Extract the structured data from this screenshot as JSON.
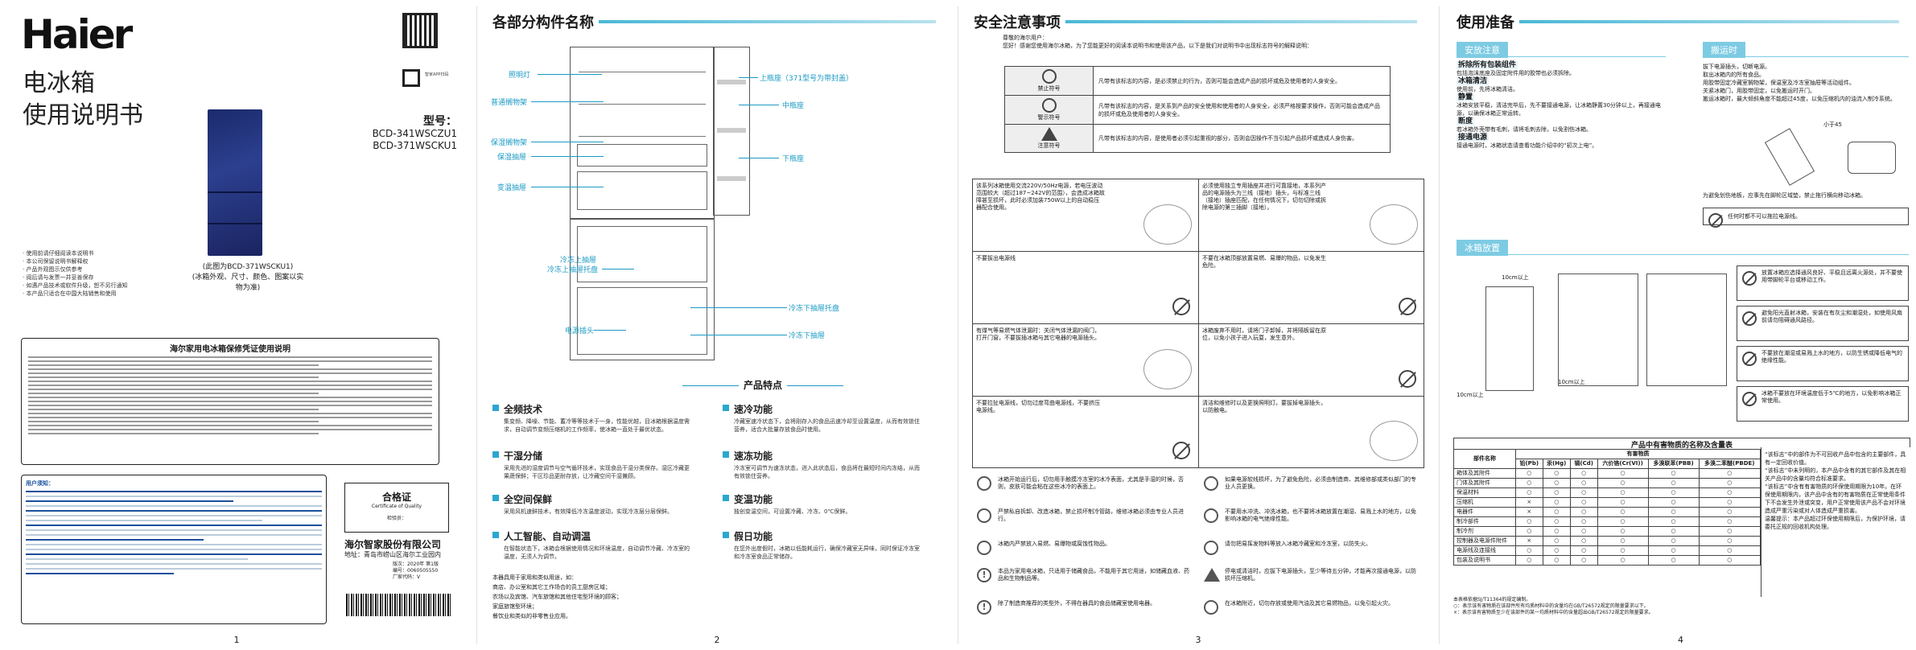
{
  "cover": {
    "brand": "Haier",
    "title_line1": "电冰箱",
    "title_line2": "使用说明书",
    "qr_caption": "智家APP扫码",
    "model_label": "型号：",
    "model_1": "BCD-341WSCZU1",
    "model_2": "BCD-371WSCKU1",
    "image_caption": "(此图为BCD-371WSCKU1)",
    "image_caption2": "(冰箱外观、尺寸、颜色、图案以实物为准)",
    "notes": [
      "· 使用前请仔细阅读本说明书",
      "· 本公司保留说明书解释权",
      "· 产品外观图示仅供参考",
      "· 阅后请与发票一并妥善保存",
      "· 如遇产品技术或软件升级，恕不另行通知",
      "· 本产品只适合在中国大陆销售和使用"
    ],
    "warranty_title": "海尔家用电冰箱保修凭证使用说明",
    "reg_title": "用户须知：",
    "cert_title": "合格证",
    "cert_sub": "Certificate of Quality",
    "cert_check": "检验员：",
    "company": "海尔智家股份有限公司",
    "address": "地址：青岛市崂山区海尔工业园内",
    "print_info1": "版次：2020年 第1版",
    "print_info2": "编号：0060505550",
    "print_info3": "厂家代码：V",
    "page": "1"
  },
  "parts": {
    "title": "各部分构件名称",
    "labels_left": [
      "照明灯",
      "普通搁物架",
      "保湿搁物架",
      "保湿抽屉",
      "变温抽屉",
      "冷冻上抽屉托盘",
      "冷冻上抽屉",
      "电源插头"
    ],
    "labels_right": [
      "上瓶座（371型号为带封盖）",
      "中瓶座",
      "下瓶座",
      "冷冻下抽屉托盘",
      "冷冻下抽屉"
    ],
    "feature_title": "产品特点",
    "features": [
      {
        "title": "全频技术",
        "desc": "集变频、降噪、节能、蓄冷等等技术于一身，性能优越，目冰箱根据温度需求，自动调节变频压缩机的工作频率，使冰箱一直处于最优状态。"
      },
      {
        "title": "速冷功能",
        "desc": "冷藏室速冷状态下，会将刚存入的食品迅速冷却至设置温度，从而有效锁住营养，适合大批量存放食品时使用。"
      },
      {
        "title": "干湿分储",
        "desc": "采用先进的湿度调节与空气循环技术，实现食品干湿分类保存。湿区冷藏更果蔬保鲜；干区珍品更耐存放，让冷藏空间干湿兼顾。"
      },
      {
        "title": "速冻功能",
        "desc": "冷冻室可调节为速冻状态，进入此状态后，食品将在最短时间内冻结，从而有效锁住营养。"
      },
      {
        "title": "全空间保鲜",
        "desc": "采用风机速鲜技术，有效降低冷冻温度波动，实现冷冻层分层保鲜。"
      },
      {
        "title": "变温功能",
        "desc": "独创变温空间，可设置冷藏、冷冻、0℃保鲜。"
      },
      {
        "title": "人工智能、自动调温",
        "desc": "在智能状态下，冰箱会根据使用情况和环境温度，自动调节冷藏、冷冻室的温度，无须人为调节。"
      },
      {
        "title": "假日功能",
        "desc": "在您外出度假时，冰箱以低能耗运行，确保冷藏室无异味，同时保证冷冻室和冷冻室食品正常储存。"
      }
    ],
    "usage_title": "本器具用于家用和类似用途，如：",
    "usage_items": [
      "商店、办公室和其它工作场合的员工厨房区域；",
      "农场以及宾馆、汽车旅馆和其他住宅型环境的顾客；",
      "家庭旅馆型环境；",
      "餐饮业和类似的非零售业应用。"
    ],
    "page": "2"
  },
  "safety": {
    "title": "安全注意事项",
    "greeting": "尊敬的海尔用户：",
    "intro": "您好！感谢您使用海尔冰箱，为了您能更好的阅读本说明书和使用该产品，以下是我们对说明书中出现标志符号的解释说明：",
    "signs": [
      {
        "label": "禁止符号",
        "desc": "凡带有该标志的内容，是必须禁止的行为，否则可能会造成产品的损坏或危及使用者的人身安全。"
      },
      {
        "label": "警示符号",
        "desc": "凡带有该标志的内容，是关系到产品的安全使用和使用者的人身安全，必须严格按要求操作，否则可能会造成产品的损坏或危及使用者的人身安全。"
      },
      {
        "label": "注意符号",
        "desc": "凡带有该标志的内容，是使用者必须引起重视的部分，否则会因操作不当引起产品损坏或造成人身伤害。"
      }
    ],
    "cells": [
      "该系列冰箱使用交流220V/50Hz电源，若电压波动范围较大（超过187~242V的范围），会造成冰箱故障甚至损坏，此时必须加装750W以上的自动稳压器配合使用。",
      "必须使用独立专用插座并进行可靠接地，本系列产品的电源插头为三线（接地）插头，与标准三线（接地）插座匹配，在任何情况下，切勿切除或拆除电源的第三插脚（接地）。",
      "不要拔出电源线",
      "不要在冰箱顶部放置易燃、易爆的物品，以免发生危险。",
      "有煤气等易燃气体泄漏时：关闭气体泄漏的阀门，打开门窗，不要拔插冰箱与其它电器的电源插头。",
      "冰箱废弃不用时，请将门子卸掉，并将隔板留在原位，以免小孩子进入玩耍，发生意外。",
      "不要拉扯电源线，切勿过度弯曲电源线，不要挤压电源线。",
      "清洁和维修时以及更换照明灯，要拔掉电源插头，以防触电。"
    ],
    "rules": [
      "冰箱开始运行后，切勿用手触摸冷冻室的冰冷表面，尤其是手湿的时候，否则，皮肤可能会粘在这些冰冷的表面上。",
      "如果电源软线损坏，为了避免危险，必须由制造商、其维修部或类似部门的专业人员更换。",
      "严禁私自拆卸、改造冰箱，禁止损坏制冷管路，维修冰箱必须由专业人员进行。",
      "不要用水冲洗、冲洗冰箱，也不要将冰箱放置在潮湿、易溅上水的地方，以免影响冰箱的电气绝缘性能。",
      "冰箱内严禁放入易燃、易爆物或腐蚀性物品。",
      "请勿把易挥发物料等放入冰箱冷藏室和冷冻室，以防失火。",
      "本品为家用电冰箱，只适用于储藏食品，不能用于其它用途，如储藏血液、药品和生物制品等。",
      "停电或清洁时，应拔下电源插头，至少等待五分钟，才能再次接通电源，以防损坏压缩机。",
      "除了制造商推荐的类型外，不得在器具的食品储藏室使用电器。",
      "在冰箱附近，切勿存放或使用汽油及其它易燃物品，以免引起火灾。"
    ],
    "page": "3"
  },
  "prep": {
    "title": "使用准备",
    "tab1": "安放注意",
    "tab2": "搬运时",
    "tab3": "冰箱放置",
    "items": [
      {
        "head": "拆除所有包装组件",
        "desc": "包括泡沫底座及固定附件用的胶带也必须拆除。"
      },
      {
        "head": "冰箱清洁",
        "desc": "使用前，先将冰箱清洁。"
      },
      {
        "head": "静置",
        "desc": "冰箱安放平稳，清洁完毕后，先不要接通电源，让冰箱静置30分钟以上，再接通电源，以确保冰箱正常运转。"
      },
      {
        "head": "断度",
        "desc": "若冰箱外壳带有毛刺，请将毛刺去除，以免割伤冰箱。"
      },
      {
        "head": "接通电源",
        "desc": "接通电源时，冰箱状态请查看功能介绍中的“初次上电”。"
      }
    ],
    "move_notes": [
      "拔下电源插头，切断电源。",
      "取出冰箱内的所有食品。",
      "用胶带固定冷藏室搁物架，保温室及冷冻室抽屉等活动组件。",
      "关紧冰箱门，用胶带固定，以免搬运时开门。",
      "搬运冰箱时，最大倾斜角度不能超过45度，以免压缩机内的油流入制冷系统。"
    ],
    "angle_label": "小于45",
    "after_move": "为避免划伤地板，应事先在脚轮区域垫，禁止拖行横向移动冰箱。",
    "warning": "任何时都不可以拖拉电源线。",
    "dims": [
      "10cm以上",
      "10cm以上",
      "10cm以上"
    ],
    "place_notes": [
      "放置冰箱应选择通风良好、平稳且远离火源处，并不要使用带脚轮平台或移动工作。",
      "避免阳光直射冰箱，安装在有灰尘和潮湿处，如使用风扇前请勿阻碍通风路径。",
      "不要放在潮湿或易溅上水的地方，以防生锈或降低电气的绝缘性能。",
      "冰箱不要放在环境温度低于5℃的地方，以免影响冰箱正常使用。"
    ],
    "hz_title": "产品中有害物质的名称及含量表",
    "hz_headers": [
      "部件名称",
      "铅(Pb)",
      "汞(Hg)",
      "镉(Cd)",
      "六价铬(Cr(VI))",
      "多溴联苯(PBB)",
      "多溴二苯醚(PBDE)"
    ],
    "hz_group": "有害物质",
    "hz_rows": [
      [
        "箱体及其附件",
        "○",
        "○",
        "○",
        "○",
        "○",
        "○"
      ],
      [
        "门体及其附件",
        "○",
        "○",
        "○",
        "○",
        "○",
        "○"
      ],
      [
        "保温材料",
        "○",
        "○",
        "○",
        "○",
        "○",
        "○"
      ],
      [
        "压缩机",
        "×",
        "○",
        "○",
        "○",
        "○",
        "○"
      ],
      [
        "电器件",
        "×",
        "○",
        "○",
        "○",
        "○",
        "○"
      ],
      [
        "制冷部件",
        "○",
        "○",
        "○",
        "○",
        "○",
        "○"
      ],
      [
        "制冷剂",
        "○",
        "○",
        "○",
        "○",
        "○",
        "○"
      ],
      [
        "控制器及电源件附件",
        "×",
        "○",
        "○",
        "○",
        "○",
        "○"
      ],
      [
        "电源线及连接线",
        "○",
        "○",
        "○",
        "○",
        "○",
        "○"
      ],
      [
        "包装及说明书",
        "○",
        "○",
        "○",
        "○",
        "○",
        "○"
      ]
    ],
    "hz_side": [
      "“该标志”中的部件为不可回收产品中包含的主要部件，具有一定回收价值。",
      "“该标志”中未列明的，本产品中含有的其它部件及其在相关产品中的含量均符合标准要求。",
      "“该标志”中含有有害物质的环保使用期限为10年。在环保使用期限内，该产品中含有的有害物质在正常使用条件下不会发生外泄或突变，用户正常使用该产品不会对环境造成严重污染或对人体造成严重损害。",
      "温馨提示：本产品超过环保使用期限后，为保护环境，请委托正规的回收机构处理。"
    ],
    "hz_note1": "本表格依据SJ/T11364的规定编制。",
    "hz_note2": "○：表示该有害物质在该部件所有均质材料中的含量均在GB/T26572规定的限量要求以下。",
    "hz_note3": "×：表示该有害物质至少在该部件的某一均质材料中的含量超出GB/T26572规定的限量要求。",
    "page": "4"
  }
}
